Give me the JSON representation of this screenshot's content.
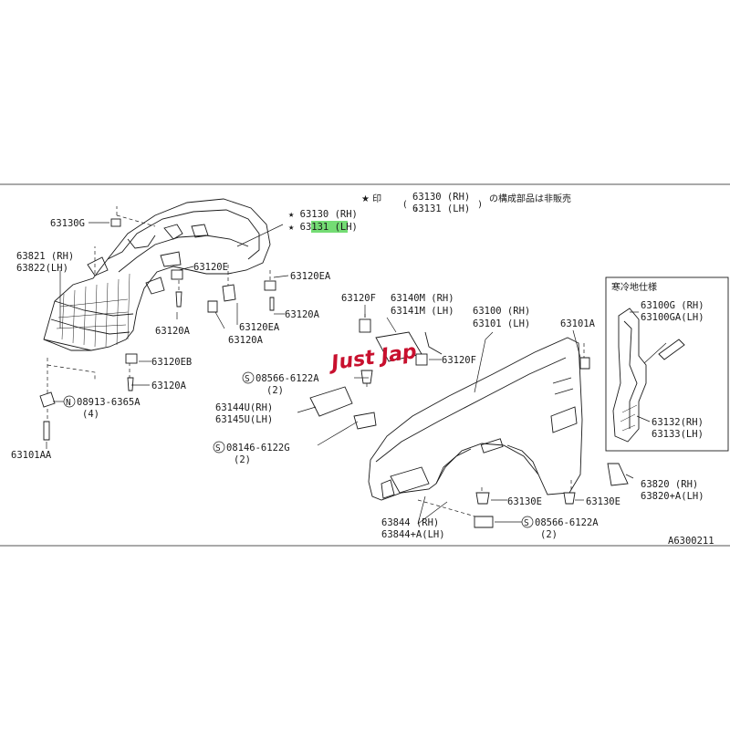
{
  "diagram": {
    "code": "A6300211",
    "note": {
      "mark": "★ 印",
      "paren_open": "(",
      "line1": "63130 (RH)",
      "line2": "63131 (LH)",
      "paren_close": ")",
      "suffix": "の構成部品は非販売"
    },
    "inset": {
      "title": "寒冷地仕様",
      "label_a1": "63100G  (RH)",
      "label_a2": "63100GA(LH)",
      "label_b1": "63132(RH)",
      "label_b2": "63133(LH)"
    },
    "labels": {
      "l63130G": "63130G",
      "l63821": "63821 (RH)",
      "l63822": "63822(LH)",
      "l63130": "★ 63130 (RH)",
      "l63131": "★ 63131 (LH)",
      "l63120E": "63120E",
      "l63120EA_1": "63120EA",
      "l63120A_1": "63120A",
      "l63120EA_2": "63120EA",
      "l63120A_2": "63120A",
      "l63120A_3": "63120A",
      "l63120EB": "63120EB",
      "l63120A_4": "63120A",
      "l08913a": "N",
      "l08913b": "08913-6365A",
      "l08913c": "(4)",
      "l63101AA": "63101AA",
      "l63120F_1": "63120F",
      "l63140M": "63140M (RH)",
      "l63141M": "63141M (LH)",
      "l63120F_2": "63120F",
      "l08566a_s": "S",
      "l08566a": "08566-6122A",
      "l08566a_q": "(2)",
      "l63144U": "63144U(RH)",
      "l63145U": "63145U(LH)",
      "l08146_s": "S",
      "l08146": "08146-6122G",
      "l08146_q": "(2)",
      "l63100": "63100 (RH)",
      "l63101": "63101 (LH)",
      "l63101A": "63101A",
      "l63820": "63820    (RH)",
      "l63820A": "63820+A(LH)",
      "l63130E_1": "63130E",
      "l63130E_2": "63130E",
      "l63844": "63844    (RH)",
      "l63844A": "63844+A(LH)",
      "l08566b_s": "S",
      "l08566b": "08566-6122A",
      "l08566b_q": "(2)"
    },
    "highlight_color": "#5cd65c",
    "watermark": "Just Jap"
  }
}
